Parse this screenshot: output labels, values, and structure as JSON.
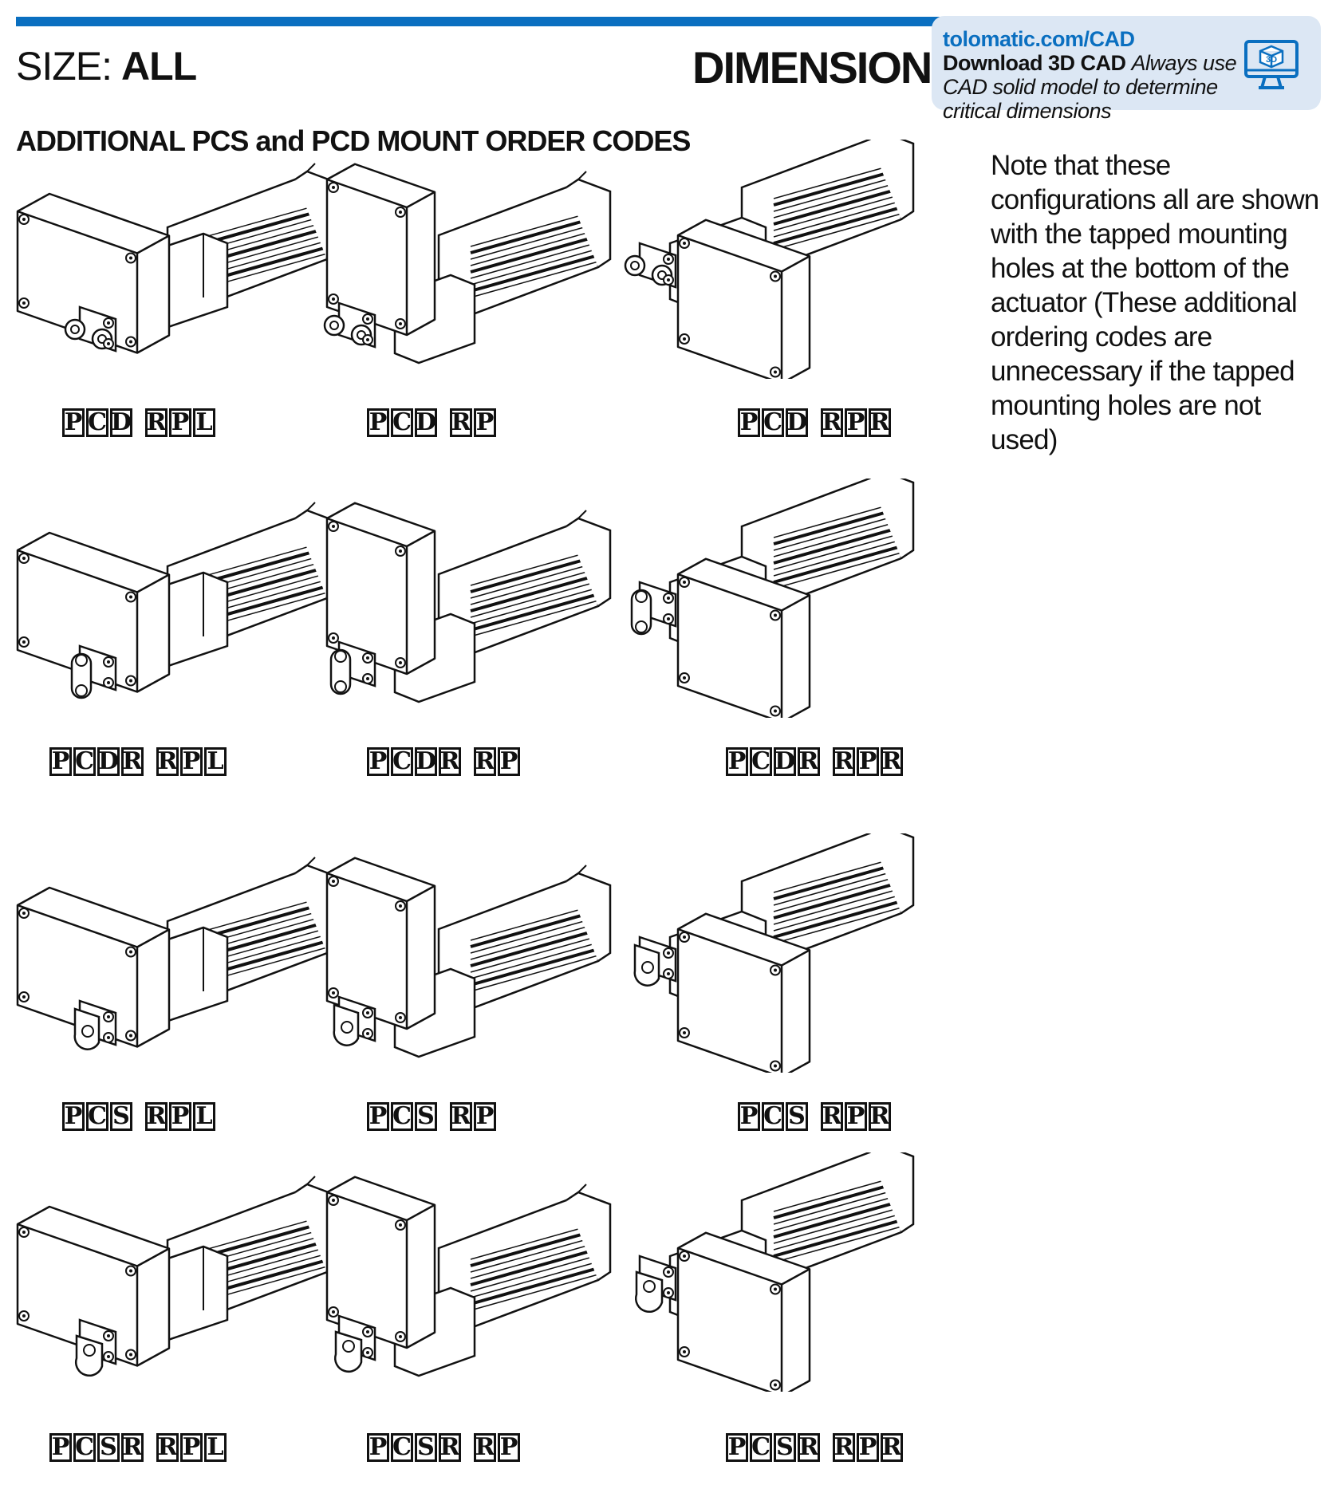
{
  "header": {
    "size_label": "SIZE:",
    "size_value": "ALL",
    "dimensions_title": "DIMENSIONS",
    "accent_color": "#0a6fc0",
    "cad_link": "tolomatic.com/CAD",
    "cad_action": "Download 3D CAD",
    "cad_note": "Always use CAD solid model to determine critical dimensions",
    "cad_icon": "3d-monitor-icon"
  },
  "section_title": "ADDITIONAL PCS and PCD MOUNT ORDER CODES",
  "note": "Note that these configurations all are shown with the tapped mounting holes at the bottom of the actuator (These additional ordering codes are unnecessary if the tapped mounting holes are not used)",
  "configurations": [
    {
      "mount": [
        "P",
        "C",
        "D"
      ],
      "option": [
        "R",
        "P",
        "L"
      ],
      "layout": "RPL",
      "attach": "clevis"
    },
    {
      "mount": [
        "P",
        "C",
        "D"
      ],
      "option": [
        "R",
        "P"
      ],
      "layout": "RP",
      "attach": "clevis"
    },
    {
      "mount": [
        "P",
        "C",
        "D"
      ],
      "option": [
        "R",
        "P",
        "R"
      ],
      "layout": "RPR",
      "attach": "clevis"
    },
    {
      "mount": [
        "P",
        "C",
        "D",
        "R"
      ],
      "option": [
        "R",
        "P",
        "L"
      ],
      "layout": "RPL",
      "attach": "clevis-rot"
    },
    {
      "mount": [
        "P",
        "C",
        "D",
        "R"
      ],
      "option": [
        "R",
        "P"
      ],
      "layout": "RP",
      "attach": "clevis-rot"
    },
    {
      "mount": [
        "P",
        "C",
        "D",
        "R"
      ],
      "option": [
        "R",
        "P",
        "R"
      ],
      "layout": "RPR",
      "attach": "clevis-rot"
    },
    {
      "mount": [
        "P",
        "C",
        "S"
      ],
      "option": [
        "R",
        "P",
        "L"
      ],
      "layout": "RPL",
      "attach": "eye"
    },
    {
      "mount": [
        "P",
        "C",
        "S"
      ],
      "option": [
        "R",
        "P"
      ],
      "layout": "RP",
      "attach": "eye"
    },
    {
      "mount": [
        "P",
        "C",
        "S"
      ],
      "option": [
        "R",
        "P",
        "R"
      ],
      "layout": "RPR",
      "attach": "eye"
    },
    {
      "mount": [
        "P",
        "C",
        "S",
        "R"
      ],
      "option": [
        "R",
        "P",
        "L"
      ],
      "layout": "RPL",
      "attach": "eye-rot"
    },
    {
      "mount": [
        "P",
        "C",
        "S",
        "R"
      ],
      "option": [
        "R",
        "P"
      ],
      "layout": "RP",
      "attach": "eye-rot"
    },
    {
      "mount": [
        "P",
        "C",
        "S",
        "R"
      ],
      "option": [
        "R",
        "P",
        "R"
      ],
      "layout": "RPR",
      "attach": "eye-rot"
    }
  ]
}
